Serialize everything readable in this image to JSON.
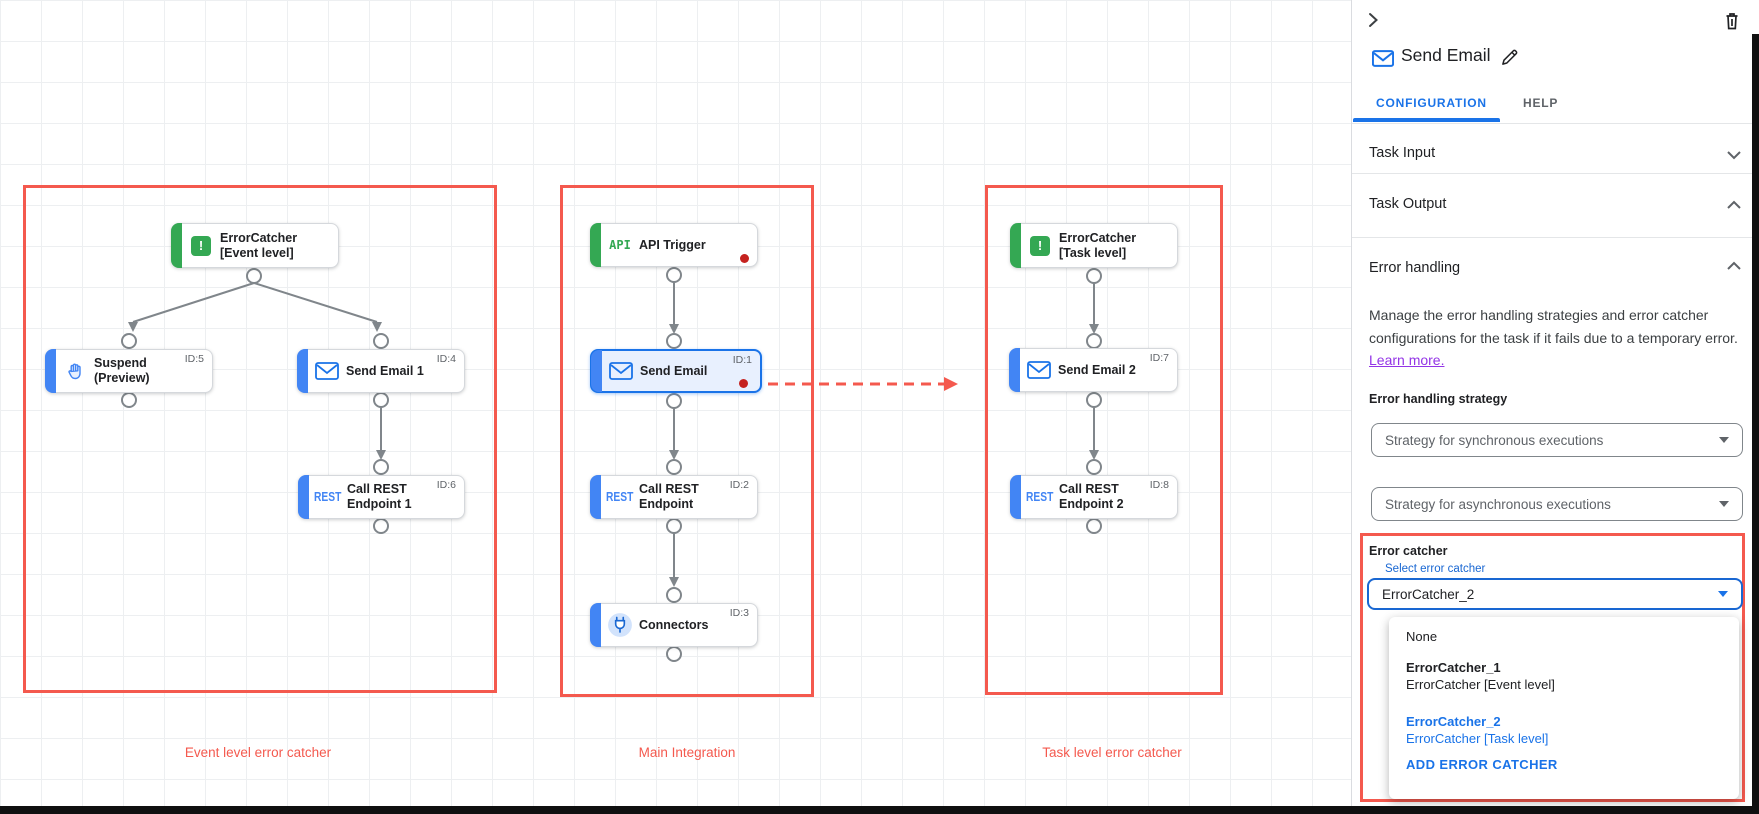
{
  "canvas": {
    "captions": [
      "Event level error catcher",
      "Main Integration",
      "Task level error catcher"
    ],
    "icon_texts": {
      "api": "API",
      "rest": "REST",
      "exclaim": "!"
    },
    "nodes": [
      {
        "label": "ErrorCatcher [Event level]",
        "id_badge": ""
      },
      {
        "label": "Suspend (Preview)",
        "id_badge": "ID:5"
      },
      {
        "label": "Send Email 1",
        "id_badge": "ID:4"
      },
      {
        "label": "Call REST Endpoint 1",
        "id_badge": "ID:6"
      },
      {
        "label": "API Trigger",
        "id_badge": ""
      },
      {
        "label": "Send Email",
        "id_badge": "ID:1"
      },
      {
        "label": "Call REST Endpoint",
        "id_badge": "ID:2"
      },
      {
        "label": "Connectors",
        "id_badge": "ID:3"
      },
      {
        "label": "ErrorCatcher [Task level]",
        "id_badge": ""
      },
      {
        "label": "Send Email 2",
        "id_badge": "ID:7"
      },
      {
        "label": "Call REST Endpoint 2",
        "id_badge": "ID:8"
      }
    ]
  },
  "panel": {
    "title": "Send Email",
    "tabs": {
      "configuration": "CONFIGURATION",
      "help": "HELP"
    },
    "sections": {
      "task_input": "Task Input",
      "task_output": "Task Output",
      "error_handling": "Error handling"
    },
    "error_handling": {
      "description": "Manage the error handling strategies and error catcher configurations for the task if it fails due to a temporary error.",
      "learn_more": "Learn more.",
      "strategy_label": "Error handling strategy",
      "sync_dropdown": "Strategy for synchronous executions",
      "async_dropdown": "Strategy for asynchronous executions",
      "error_catcher_label": "Error catcher",
      "select_label": "Select error catcher",
      "select_value": "ErrorCatcher_2",
      "menu": {
        "none": "None",
        "opt1_name": "ErrorCatcher_1",
        "opt1_desc": "ErrorCatcher [Event level]",
        "opt2_name": "ErrorCatcher_2",
        "opt2_desc": "ErrorCatcher [Task level]",
        "add_button": "ADD ERROR CATCHER"
      }
    }
  },
  "colors": {
    "accent_blue": "#1a73e8",
    "node_blue": "#4285f4",
    "green": "#34a853",
    "annotation_red": "#f4594e",
    "error_dot": "#c5221f"
  }
}
